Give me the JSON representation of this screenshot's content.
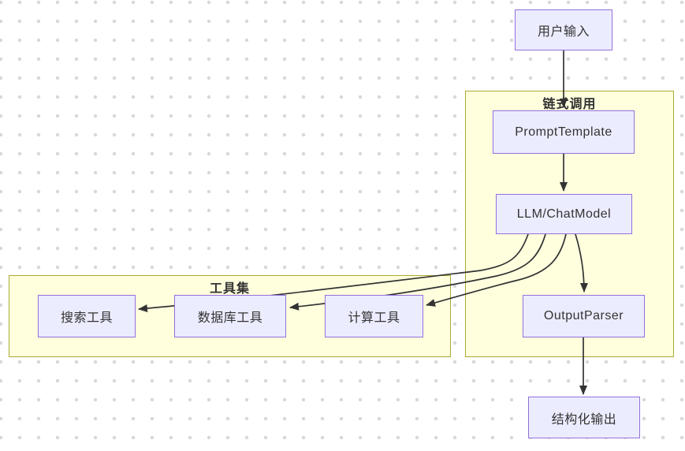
{
  "diagram": {
    "type": "flowchart",
    "nodes": {
      "user_input": {
        "label": "用户输入"
      },
      "prompt_template": {
        "label": "PromptTemplate"
      },
      "llm_chat_model": {
        "label": "LLM/ChatModel"
      },
      "output_parser": {
        "label": "OutputParser"
      },
      "structured_output": {
        "label": "结构化输出"
      },
      "search_tool": {
        "label": "搜索工具"
      },
      "database_tool": {
        "label": "数据库工具"
      },
      "calculator_tool": {
        "label": "计算工具"
      }
    },
    "subgraphs": {
      "chain": {
        "label": "链式调用"
      },
      "tools": {
        "label": "工具集"
      }
    },
    "edges": [
      {
        "from": "user_input",
        "to": "prompt_template"
      },
      {
        "from": "prompt_template",
        "to": "llm_chat_model"
      },
      {
        "from": "llm_chat_model",
        "to": "output_parser"
      },
      {
        "from": "llm_chat_model",
        "to": "calculator_tool"
      },
      {
        "from": "llm_chat_model",
        "to": "database_tool"
      },
      {
        "from": "llm_chat_model",
        "to": "search_tool"
      },
      {
        "from": "output_parser",
        "to": "structured_output"
      }
    ],
    "colors": {
      "node_fill": "#ececff",
      "node_border": "#9370db",
      "subgraph_fill": "#ffffde",
      "subgraph_border": "#aaaa33",
      "edge": "#333333",
      "text": "#333333",
      "background_dot": "#d8d8d8",
      "background": "#ffffff"
    }
  }
}
